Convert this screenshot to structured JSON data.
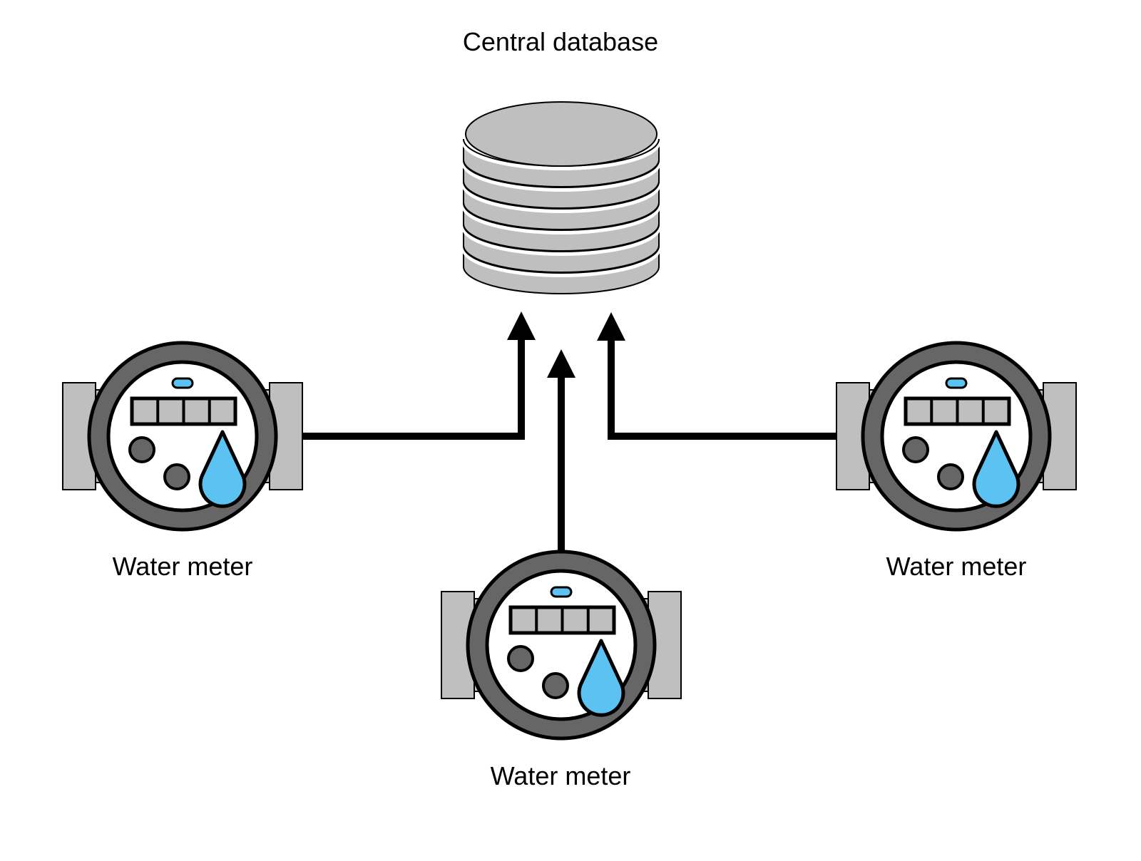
{
  "title": "Central database",
  "database": {
    "label": "Central database",
    "platter_count": 6
  },
  "meters": [
    {
      "id": "left",
      "label": "Water meter"
    },
    {
      "id": "bottom",
      "label": "Water meter"
    },
    {
      "id": "right",
      "label": "Water meter"
    }
  ],
  "connections": [
    {
      "from": "left",
      "to": "database"
    },
    {
      "from": "bottom",
      "to": "database"
    },
    {
      "from": "right",
      "to": "database"
    }
  ],
  "colors": {
    "frame_gray": "#bfbfbf",
    "ring_dark": "#666666",
    "water_blue": "#5bc2f2",
    "stroke": "#000000"
  }
}
